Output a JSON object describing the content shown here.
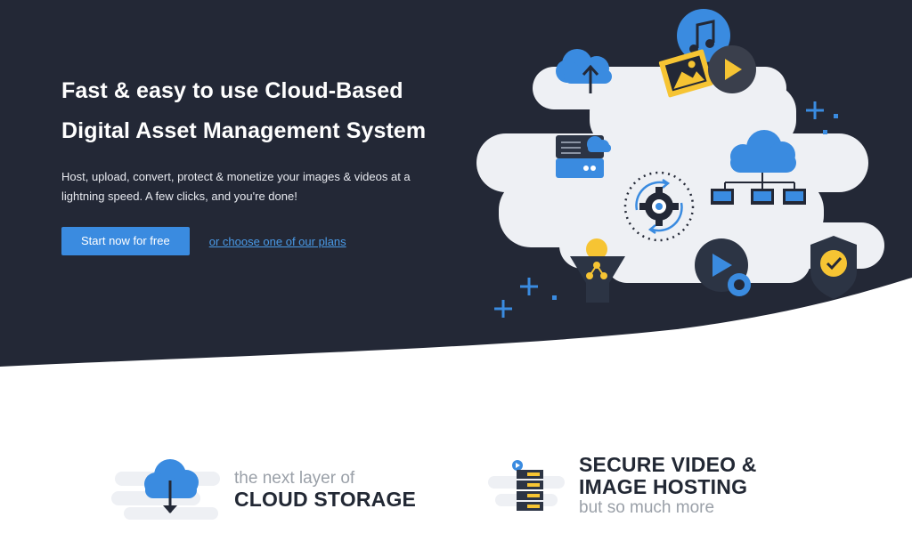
{
  "hero": {
    "headline_line1": "Fast & easy to use Cloud-Based",
    "headline_line2": "Digital Asset Management System",
    "subtext": "Host, upload, convert, protect & monetize your images & videos at a lightning speed. A few clicks, and you're done!",
    "cta_label": "Start now for free",
    "plans_link": "or choose one of our plans"
  },
  "features": [
    {
      "pre": "the next layer of",
      "title": "CLOUD STORAGE"
    },
    {
      "title_line1": "SECURE VIDEO &",
      "title_line2": "IMAGE HOSTING",
      "post": "but so much more"
    }
  ],
  "colors": {
    "hero_bg": "#232836",
    "accent": "#3a8be0",
    "link": "#4a9ae6",
    "yellow": "#f6c433",
    "cloud_blob": "#eef0f4"
  },
  "icons": [
    "cloud-upload-icon",
    "music-note-icon",
    "image-icon",
    "play-icon",
    "server-icon",
    "cloud-network-icon",
    "gear-sync-icon",
    "filter-share-icon",
    "video-settings-icon",
    "shield-check-icon",
    "plus-sign-icon",
    "cloud-download-icon",
    "server-stack-icon"
  ]
}
